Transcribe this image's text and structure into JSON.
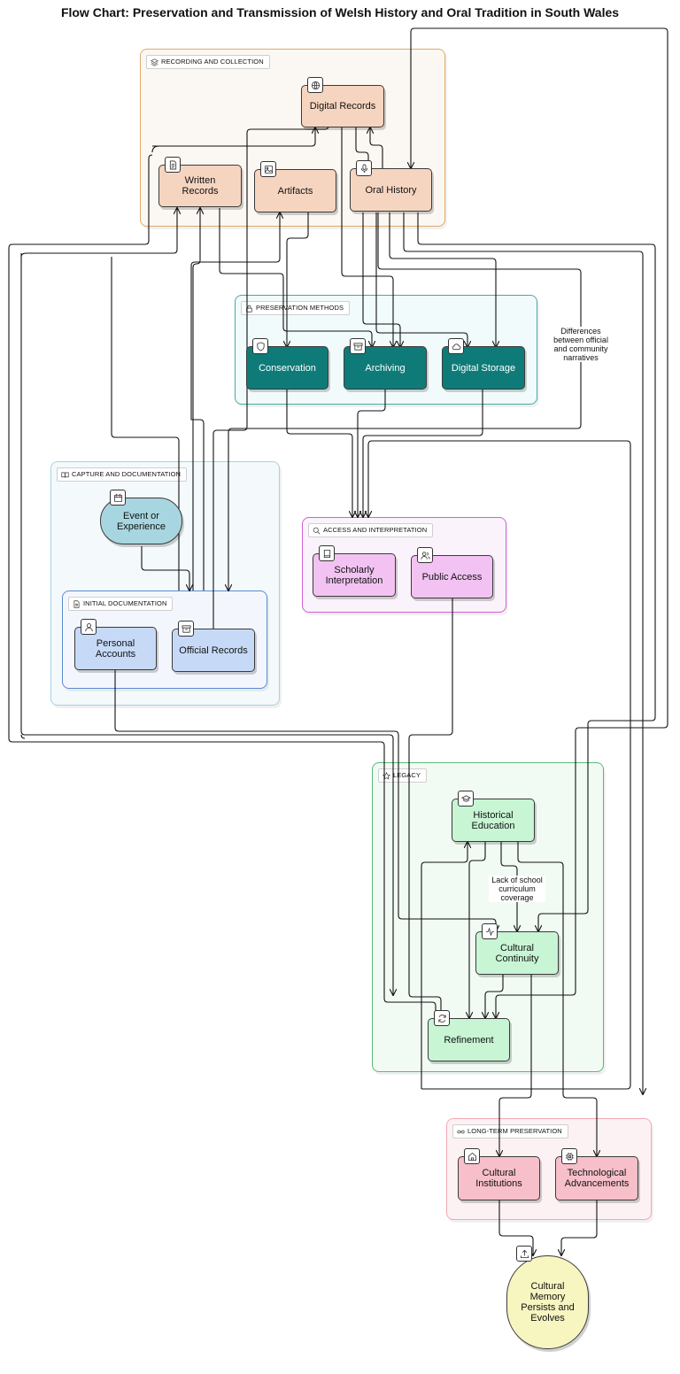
{
  "title": "Flow Chart: Preservation and Transmission of Welsh History and Oral Tradition in South Wales",
  "groups": {
    "recording": "RECORDING AND COLLECTION",
    "preservation": "PRESERVATION METHODS",
    "capture": "CAPTURE AND DOCUMENTATION",
    "initial": "INITIAL DOCUMENTATION",
    "access": "ACCESS AND INTERPRETATION",
    "legacy": "LEGACY",
    "longterm": "LONG-TERM PRESERVATION"
  },
  "nodes": {
    "digital_records": "Digital Records",
    "written_records": "Written\nRecords",
    "artifacts": "Artifacts",
    "oral_history": "Oral History",
    "conservation": "Conservation",
    "archiving": "Archiving",
    "digital_storage": "Digital Storage",
    "event": "Event or\nExperience",
    "personal_accounts": "Personal\nAccounts",
    "official_records": "Official Records",
    "scholarly": "Scholarly\nInterpretation",
    "public_access": "Public Access",
    "historical_education": "Historical\nEducation",
    "cultural_continuity": "Cultural\nContinuity",
    "refinement": "Refinement",
    "cultural_institutions": "Cultural\nInstitutions",
    "tech_advancements": "Technological\nAdvancements",
    "cultural_memory": "Cultural\nMemory\nPersists and\nEvolves"
  },
  "edge_labels": {
    "differences": "Differences\nbetween official\nand community\nnarratives",
    "curriculum": "Lack of school\ncurriculum\ncoverage"
  },
  "icons": {
    "recording": "layers-icon",
    "preservation": "lock-icon",
    "capture": "book-open-icon",
    "initial": "file-icon",
    "access": "search-icon",
    "legacy": "star-icon",
    "longterm": "infinity-icon"
  },
  "colors": {
    "recording_fill": "#f6d5c0",
    "preservation_fill": "#0f7b78",
    "capture_fill": "#a8d6e0",
    "initial_fill": "#c6daf7",
    "access_fill": "#f2c3f2",
    "legacy_fill": "#c8f5d4",
    "longterm_fill": "#f7bfc9",
    "memory_fill": "#f7f5c0"
  }
}
